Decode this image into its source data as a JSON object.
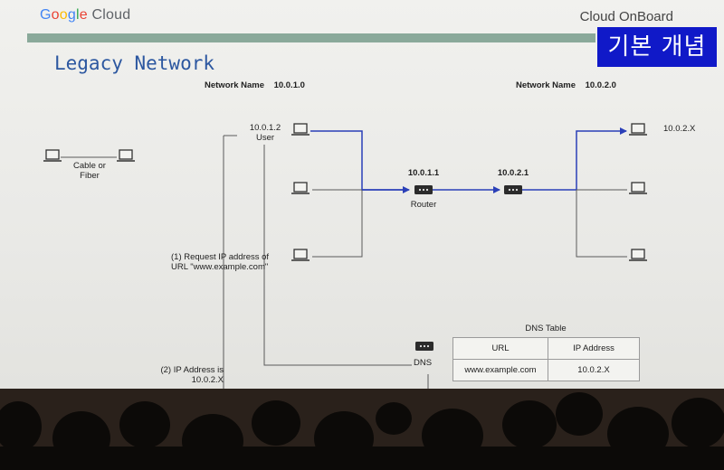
{
  "header": {
    "brand": "Google Cloud",
    "event": "Cloud OnBoard",
    "korean_caption": "기본 개념"
  },
  "slide": {
    "title": "Legacy Network"
  },
  "networks": [
    {
      "label": "Network Name",
      "value": "10.0.1.0"
    },
    {
      "label": "Network Name",
      "value": "10.0.2.0"
    }
  ],
  "left_devices": {
    "link_label_1": "Cable or",
    "link_label_2": "Fiber"
  },
  "user": {
    "ip": "10.0.1.2",
    "label": "User"
  },
  "routers": [
    {
      "ip": "10.0.1.1",
      "label": "Router"
    },
    {
      "ip": "10.0.2.1"
    }
  ],
  "right_host": {
    "ip": "10.0.2.X"
  },
  "dns": {
    "label": "DNS",
    "step1_line1": "(1) Request IP address of",
    "step1_line2": "URL \"www.example.com\"",
    "step2_line1": "(2) IP Address is",
    "step2_line2": "10.0.2.X"
  },
  "dns_table": {
    "title": "DNS Table",
    "headers": [
      "URL",
      "IP Address"
    ],
    "rows": [
      [
        "www.example.com",
        "10.0.2.X"
      ]
    ]
  },
  "colors": {
    "connection_blue": "#2a3fb8",
    "connection_gray": "#5a5a5a",
    "title_blue": "#2c57a0",
    "caption_bg": "#1019c8",
    "accent_bar": "#8aa99a"
  }
}
